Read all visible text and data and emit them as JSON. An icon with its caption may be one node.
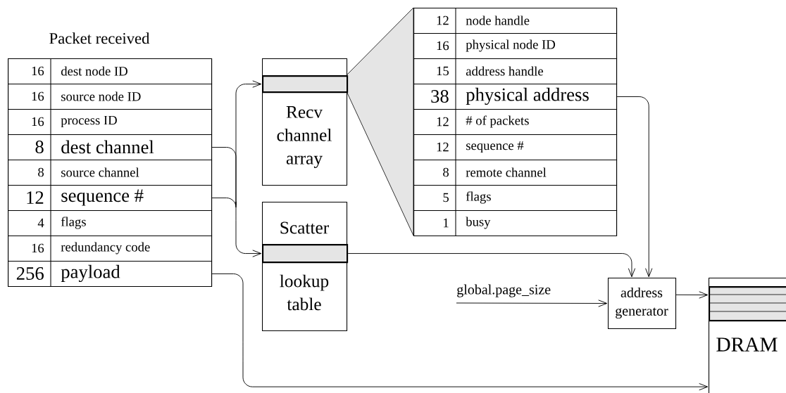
{
  "diagram": {
    "nodes": [
      {
        "text": [
          "Packet received"
        ]
      },
      {
        "text": [
          "16",
          "dest node ID"
        ],
        "in": 0
      },
      {
        "text": [
          "16",
          "source node ID"
        ],
        "in": 0
      },
      {
        "text": [
          "16",
          "process ID"
        ],
        "in": 0
      },
      {
        "text": [
          "8",
          "dest channel"
        ],
        "in": 0
      },
      {
        "text": [
          "8",
          "source channel"
        ],
        "in": 0
      },
      {
        "text": [
          "12",
          "sequence #"
        ],
        "in": 0
      },
      {
        "text": [
          "4",
          "flags"
        ],
        "in": 0
      },
      {
        "text": [
          "16",
          "redundancy code"
        ],
        "in": 0
      },
      {
        "text": [
          "256",
          "payload"
        ],
        "in": 0
      },
      {
        "text": [
          "Recv channel array"
        ]
      },
      {
        "text": [],
        "shape": "bar",
        "in": 10
      },
      {
        "text": [
          "Scatter",
          "lookup table"
        ]
      },
      {
        "text": [],
        "shape": "bar",
        "in": 12
      },
      {
        "text": [],
        "shape": "box"
      },
      {
        "text": [
          "12",
          "node handle"
        ],
        "in": 14
      },
      {
        "text": [
          "16",
          "physical node ID"
        ],
        "in": 14
      },
      {
        "text": [
          "15",
          "address handle"
        ],
        "in": 14
      },
      {
        "text": [
          "38",
          "physical address"
        ],
        "in": 14
      },
      {
        "text": [
          "12",
          "# of packets"
        ],
        "in": 14
      },
      {
        "text": [
          "12",
          "sequence #"
        ],
        "in": 14
      },
      {
        "text": [
          "8",
          "remote channel"
        ],
        "in": 14
      },
      {
        "text": [
          "5",
          "flags"
        ],
        "in": 14
      },
      {
        "text": [
          "1",
          "busy"
        ],
        "in": 14
      },
      {
        "text": [
          "global.page_size"
        ]
      },
      {
        "text": [
          "address generator"
        ]
      },
      {
        "text": [
          "DRAM"
        ]
      },
      {
        "text": [],
        "shape": "bar",
        "in": 26
      },
      {
        "text": [],
        "shape": "trapezoid"
      }
    ],
    "edges": [
      {
        "from": 4,
        "to": 11,
        "arrow": "to"
      },
      {
        "from": 6,
        "to": 13,
        "arrow": "to"
      },
      {
        "from": 9,
        "to": 26,
        "arrow": "to"
      },
      {
        "from": 13,
        "to": 25,
        "arrow": "to"
      },
      {
        "from": 18,
        "to": 25,
        "arrow": "to"
      },
      {
        "from": 24,
        "to": 25,
        "arrow": "to"
      },
      {
        "from": 25,
        "to": 27,
        "arrow": "to"
      }
    ]
  }
}
